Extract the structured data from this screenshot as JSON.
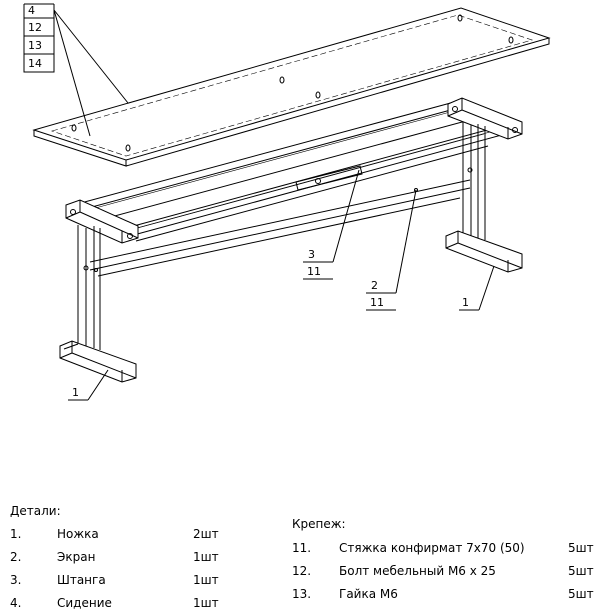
{
  "callouts": {
    "top_stack": [
      "4",
      "12",
      "13",
      "14"
    ],
    "label_3_11": [
      "3",
      "11"
    ],
    "label_2_11": [
      "2",
      "11"
    ],
    "leg_right": "1",
    "leg_left": "1"
  },
  "parts": {
    "heading": "Детали:",
    "items": [
      {
        "num": "1.",
        "name": "Ножка",
        "qty": "2шт"
      },
      {
        "num": "2.",
        "name": "Экран",
        "qty": "1шт"
      },
      {
        "num": "3.",
        "name": "Штанга",
        "qty": "1шт"
      },
      {
        "num": "4.",
        "name": "Сидение",
        "qty": "1шт"
      }
    ]
  },
  "fasteners": {
    "heading": "Крепеж:",
    "items": [
      {
        "num": "11.",
        "name": "Стяжка конфирмат 7х70 (50)",
        "qty": "5шт"
      },
      {
        "num": "12.",
        "name": "Болт мебельный М6 х 25",
        "qty": "5шт"
      },
      {
        "num": "13.",
        "name": "Гайка М6",
        "qty": "5шт"
      }
    ]
  }
}
